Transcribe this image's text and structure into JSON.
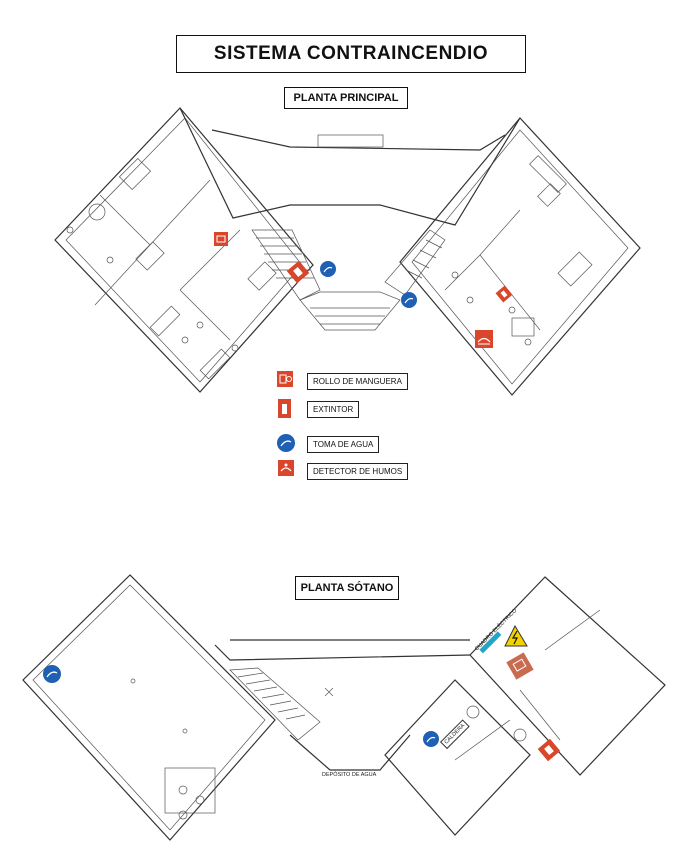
{
  "title": "SISTEMA CONTRAINCENDIO",
  "plants": {
    "main_label": "PLANTA PRINCIPAL",
    "basement_label": "PLANTA SÓTANO"
  },
  "legend": [
    {
      "icon": "hose-reel-icon",
      "label": "ROLLO DE MANGUERA",
      "color": "#d9462b"
    },
    {
      "icon": "extinguisher-icon",
      "label": "EXTINTOR",
      "color": "#d9462b"
    },
    {
      "icon": "water-outlet-icon",
      "label": "TOMA DE AGUA",
      "color": "#1f5fb4"
    },
    {
      "icon": "smoke-detector-icon",
      "label": "DETECTOR DE HUMOS",
      "color": "#d9462b"
    }
  ],
  "basement_tags": {
    "boiler": "CALDERA",
    "water_tank": "DEPÓSITO DE AGUA",
    "electrical": "CUADRO ELÉCTRICO"
  },
  "colors": {
    "fire_red": "#d9462b",
    "water_blue": "#1f5fb4",
    "warning_yellow": "#f2d200",
    "electrical_cyan": "#22a6c7"
  }
}
